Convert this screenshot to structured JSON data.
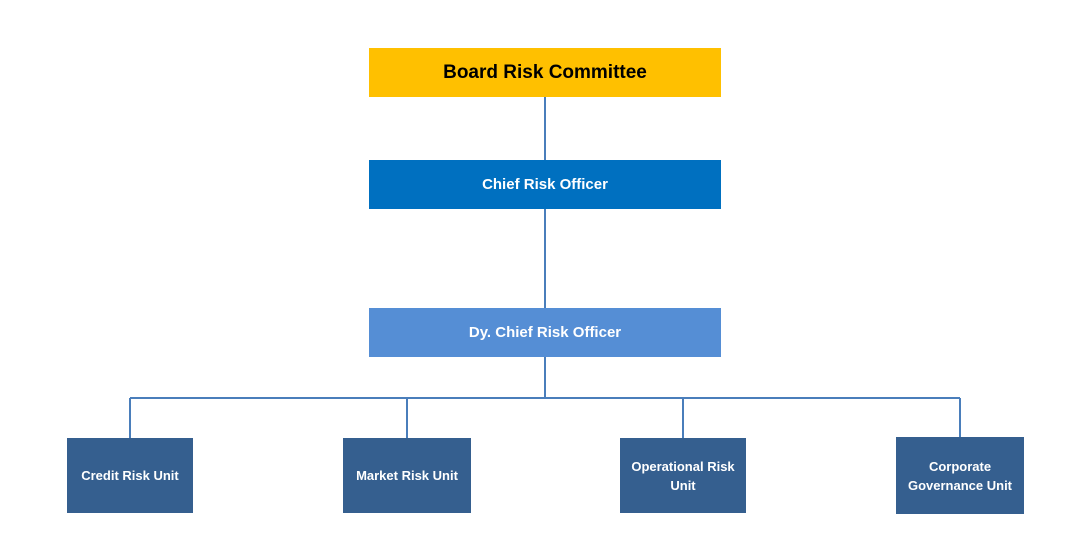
{
  "colors": {
    "board_fill": "#FFC000",
    "cro_fill": "#0070C0",
    "dy_cro_fill": "#558ED5",
    "unit_fill": "#355F8F",
    "connector": "#4A7EBB"
  },
  "nodes": {
    "board": {
      "label": "Board Risk Committee"
    },
    "cro": {
      "label": "Chief Risk Officer"
    },
    "dy_cro": {
      "label": "Dy. Chief Risk Officer"
    },
    "units": [
      {
        "label": "Credit Risk Unit"
      },
      {
        "label": "Market Risk Unit"
      },
      {
        "label": "Operational Risk Unit"
      },
      {
        "label": "Corporate Governance Unit"
      }
    ]
  },
  "edges": [
    {
      "from": "board",
      "to": "cro"
    },
    {
      "from": "cro",
      "to": "dy_cro"
    },
    {
      "from": "dy_cro",
      "to": "units.0"
    },
    {
      "from": "dy_cro",
      "to": "units.1"
    },
    {
      "from": "dy_cro",
      "to": "units.2"
    },
    {
      "from": "dy_cro",
      "to": "units.3"
    }
  ]
}
